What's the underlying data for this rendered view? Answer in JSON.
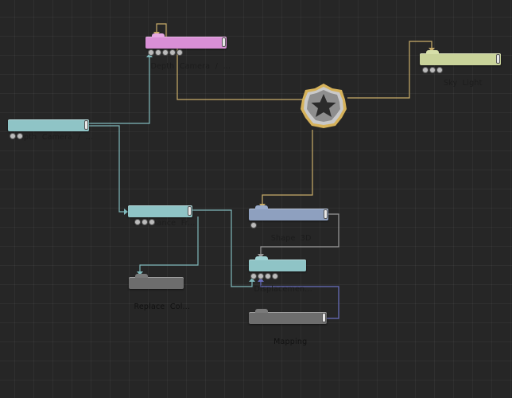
{
  "canvas": {
    "background": "#262626",
    "grid": true
  },
  "nodes": {
    "depth_camera_top": {
      "label": "Depth  Camera  /  ...",
      "color": "#d98fd6",
      "port_count": 5
    },
    "sky_light": {
      "label": "Sky  Light",
      "color": "#c9d39a",
      "port_count": 3
    },
    "depth_camera_left": {
      "label": "Depth  Camera  /  ...",
      "color": "#8fc4c6",
      "port_count": 2
    },
    "luminance": {
      "label": "Luminance  Fr...",
      "color": "#8fc4c6",
      "port_count": 3
    },
    "shape_3d": {
      "label": "Shape  3D",
      "color": "#8ea0bf",
      "port_count": 1
    },
    "displacement": {
      "label": "Displacemen...",
      "color": "#8fc4c6",
      "port_count": 4
    },
    "replace_color": {
      "label": "Replace  Col...",
      "color": "#6d6d6d",
      "port_count": 0
    },
    "mapping": {
      "label": "Mapping",
      "color": "#6d6d6d",
      "port_count": 0
    }
  },
  "scene_root": {
    "icon": "star-icon",
    "color": "#b59a4a"
  },
  "wire_colors": {
    "scene": "#c9ad6a",
    "teal": "#7fb8bb",
    "gray": "#9b9b9b",
    "blue": "#6a6fc0"
  }
}
